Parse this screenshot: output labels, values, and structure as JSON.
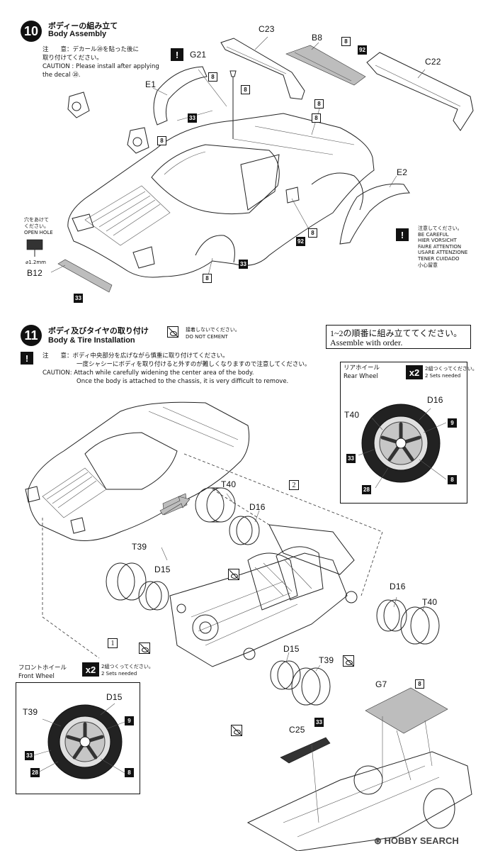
{
  "step10": {
    "number": "10",
    "title_jp": "ボディーの組み立て",
    "title_en": "Body Assembly",
    "note_jp_1": "注　　意：デカール⑳を貼った後に",
    "note_jp_2": "取り付けてください。",
    "note_en_1": "CAUTION : Please install after applying",
    "note_en_2": "the decal ⑳.",
    "hole_jp_1": "穴をあけて",
    "hole_jp_2": "ください。",
    "hole_en": "OPEN HOLE",
    "hole_size": "⌀1.2mm",
    "careful": [
      "注意してください。",
      "BE CAREFUL",
      "HIER VORSICHT",
      "FAIRE ATTENTION",
      "USARE ATTENZIONE",
      "TENER CUIDADO",
      "小心留意"
    ],
    "labels": {
      "C23": "C23",
      "B8": "B8",
      "G21": "G21",
      "C22": "C22",
      "E1": "E1",
      "E2": "E2",
      "B12": "B12"
    },
    "callouts": [
      "8",
      "8",
      "8",
      "8",
      "8",
      "8",
      "8",
      "8",
      "92",
      "92",
      "33",
      "33",
      "33"
    ]
  },
  "step11": {
    "number": "11",
    "title_jp": "ボディ及びタイヤの取り付け",
    "title_en": "Body & Tire Installation",
    "nocement_jp": "接着しないでください。",
    "nocement_en": "DO NOT CEMENT",
    "order_jp": "1~2の順番に組み立ててください。",
    "order_en": "Assemble with order.",
    "note_jp_1": "注　　意：ボディ中央部分を広げながら慎重に取り付けてください。",
    "note_jp_2": "一度シャシーにボディを取り付けると外すのが難しくなりますので注意してください。",
    "note_en_1": "CAUTION: Attach while carefully widening the center area of the body.",
    "note_en_2": "Once the body is attached to the chassis, it is very difficult to remove.",
    "order_marks": [
      "1",
      "2"
    ],
    "rear_wheel": {
      "title_jp": "リアホイール",
      "title_en": "Rear Wheel",
      "mult": "x2",
      "sets_jp": "2組つくってください。",
      "sets_en": "2 Sets needed",
      "tire": "T40",
      "rim": "D16",
      "nums": [
        "9",
        "33",
        "8",
        "28"
      ]
    },
    "front_wheel": {
      "title_jp": "フロントホイール",
      "title_en": "Front Wheel",
      "mult": "x2",
      "sets_jp": "2組つくってください。",
      "sets_en": "2 Sets needed",
      "tire": "T39",
      "rim": "D15",
      "nums": [
        "9",
        "33",
        "8",
        "28"
      ]
    },
    "labels": {
      "T40a": "T40",
      "D16a": "D16",
      "T39a": "T39",
      "D15a": "D15",
      "D16b": "D16",
      "T40b": "T40",
      "D15b": "D15",
      "T39b": "T39",
      "G7": "G7",
      "C25": "C25"
    },
    "callouts": [
      "8",
      "33"
    ]
  },
  "watermark": "HOBBY SEARCH"
}
